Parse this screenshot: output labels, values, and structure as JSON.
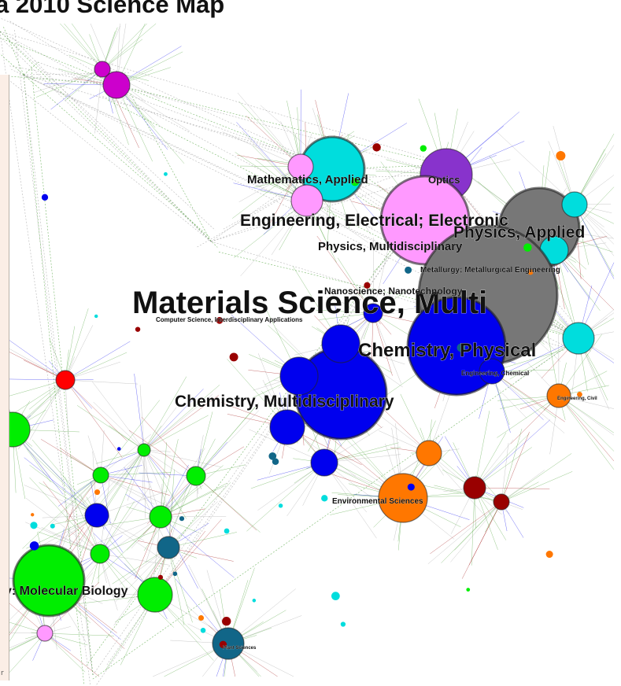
{
  "title": "a 2010 Science Map",
  "side_panel_mark": "r",
  "colors": {
    "materials": "#777777",
    "physics": "#ff99ff",
    "chemistry": "#0000ee",
    "math": "#00dddd",
    "optics": "#8833cc",
    "biology": "#00ee00",
    "environment": "#ff7700",
    "medicine": "#990000",
    "misc": "#cc00cc",
    "plants": "#116688",
    "clinical": "#ff0000",
    "link_green": "#3f9a2a",
    "link_gray": "#9a9a9a"
  },
  "nodes": [
    {
      "id": "n1",
      "color": "misc",
      "size": 17
    },
    {
      "id": "n2",
      "color": "misc",
      "size": 10
    },
    {
      "id": "n3",
      "color": "math",
      "size": 41
    },
    {
      "id": "n4",
      "color": "physics",
      "size": 16
    },
    {
      "id": "n5",
      "color": "physics",
      "size": 20
    },
    {
      "id": "n6",
      "color": "optics",
      "size": 33
    },
    {
      "id": "n7",
      "color": "physics",
      "size": 56
    },
    {
      "id": "n8",
      "color": "materials",
      "size": 51
    },
    {
      "id": "n9",
      "color": "math",
      "size": 18
    },
    {
      "id": "n10",
      "color": "materials",
      "size": 88
    },
    {
      "id": "n11",
      "color": "chemistry",
      "size": 62
    },
    {
      "id": "n12",
      "color": "chemistry",
      "size": 58
    },
    {
      "id": "n13",
      "color": "chemistry",
      "size": 24
    },
    {
      "id": "n14",
      "color": "chemistry",
      "size": 22
    },
    {
      "id": "n15",
      "color": "chemistry",
      "size": 24
    },
    {
      "id": "n16",
      "color": "chemistry",
      "size": 16
    },
    {
      "id": "n17",
      "color": "chemistry",
      "size": 12
    },
    {
      "id": "n18",
      "color": "chemistry",
      "size": 17
    },
    {
      "id": "n19",
      "color": "environment",
      "size": 31
    },
    {
      "id": "n20",
      "color": "environment",
      "size": 16
    },
    {
      "id": "n21",
      "color": "environment",
      "size": 15
    },
    {
      "id": "n22",
      "color": "medicine",
      "size": 14
    },
    {
      "id": "n23",
      "color": "medicine",
      "size": 10
    },
    {
      "id": "n24",
      "color": "biology",
      "size": 45
    },
    {
      "id": "n25",
      "color": "biology",
      "size": 22
    },
    {
      "id": "n26",
      "color": "biology",
      "size": 22
    },
    {
      "id": "n27",
      "color": "biology",
      "size": 14
    },
    {
      "id": "n28",
      "color": "biology",
      "size": 12
    },
    {
      "id": "n29",
      "color": "biology",
      "size": 12
    },
    {
      "id": "n30",
      "color": "biology",
      "size": 10
    },
    {
      "id": "n31",
      "color": "biology",
      "size": 8
    },
    {
      "id": "n32",
      "color": "plants",
      "size": 20
    },
    {
      "id": "n33",
      "color": "plants",
      "size": 14
    },
    {
      "id": "n34",
      "color": "clinical",
      "size": 12
    },
    {
      "id": "n35",
      "color": "math",
      "size": 20
    },
    {
      "id": "n36",
      "color": "math",
      "size": 16
    },
    {
      "id": "n37",
      "color": "chemistry",
      "size": 15
    },
    {
      "id": "n38",
      "color": "physics",
      "size": 10
    }
  ],
  "labels": [
    {
      "text": "Materials Science, Multi",
      "level": 1
    },
    {
      "text": "Chemistry, Physical",
      "level": 2
    },
    {
      "text": "Chemistry, Multidisciplinary",
      "level": 2
    },
    {
      "text": "Engineering, Electrical; Electronic",
      "level": 2
    },
    {
      "text": "Physics, Applied",
      "level": 2
    },
    {
      "text": "Mathematics, Applied",
      "level": 3
    },
    {
      "text": "Physics, Multidisciplinary",
      "level": 3
    },
    {
      "text": "Optics",
      "level": 3
    },
    {
      "text": "y: Molecular Biology",
      "level": 3
    },
    {
      "text": "Nanoscience; Nanotechnology",
      "level": 4
    },
    {
      "text": "Metallurgy; Metallurgical Engineering",
      "level": 4
    },
    {
      "text": "Environmental Sciences",
      "level": 4
    },
    {
      "text": "Engineering, Chemical",
      "level": 5
    },
    {
      "text": "Computer Science, Interdisciplinary Applications",
      "level": 5
    },
    {
      "text": "Plant Sciences",
      "level": 5
    },
    {
      "text": "Engineering, Civil",
      "level": 5
    }
  ]
}
